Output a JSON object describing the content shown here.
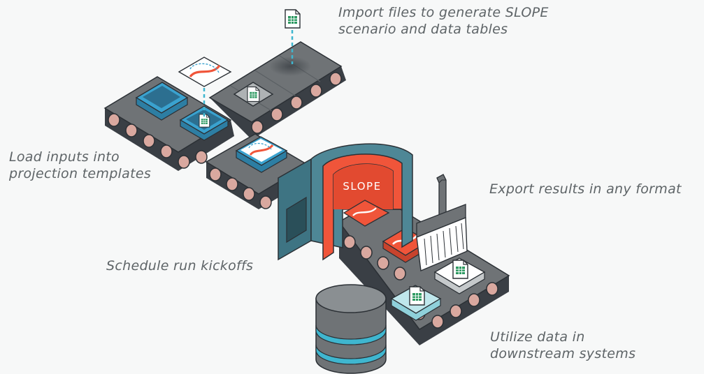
{
  "captions": {
    "import": [
      "Import files to generate SLOPE",
      "scenario and data tables"
    ],
    "load": [
      "Load inputs into",
      "projection templates"
    ],
    "schedule": [
      "Schedule run kickoffs"
    ],
    "export": [
      "Export results in any format"
    ],
    "utilize": [
      "Utilize data in",
      "downstream systems"
    ]
  },
  "machine": {
    "brand": "SLOPE"
  },
  "icons": {
    "spreadsheet": "spreadsheet-file-icon",
    "template": "slope-template-icon",
    "machine": "slope-machine",
    "brush": "paint-brush-icon",
    "database": "database-icon"
  },
  "colors": {
    "background": "#f7f8f8",
    "conveyor_top": "#6f7376",
    "conveyor_side": "#3a3f45",
    "roller": "#d9a89f",
    "machine_teal": "#4e8796",
    "machine_orange": "#f0553a",
    "template_blue": "#3aa2cf",
    "template_orange": "#f0553a",
    "sheet_green": "#2e9a62",
    "database_cyan": "#3fb6cf",
    "caption_text": "#5e6467"
  }
}
